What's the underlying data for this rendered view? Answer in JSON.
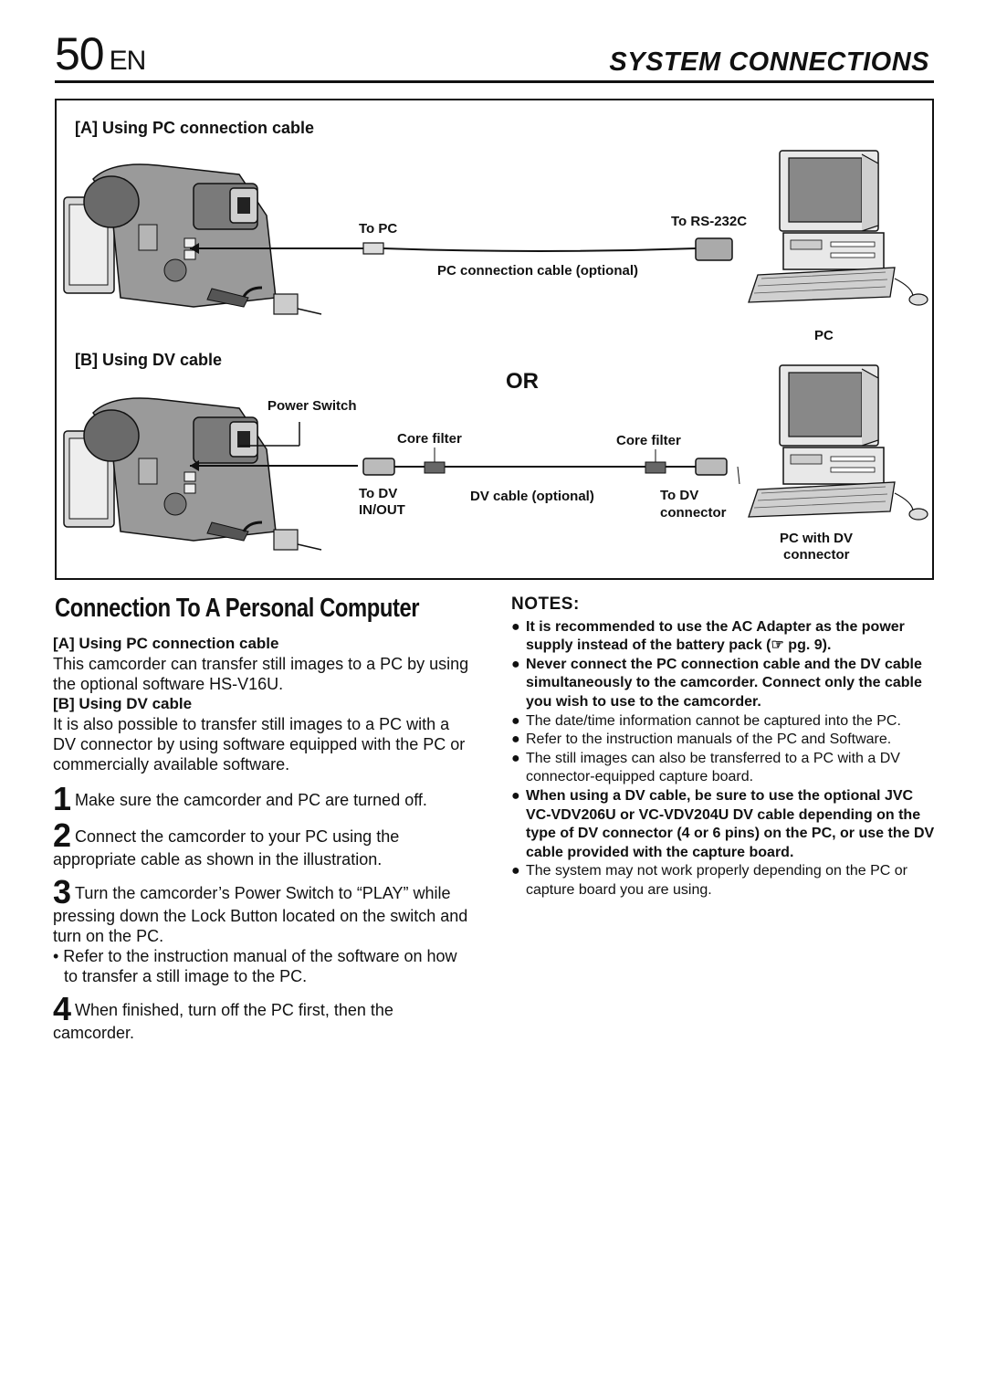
{
  "header": {
    "page_number": "50",
    "lang": "EN",
    "section": "SYSTEM CONNECTIONS"
  },
  "figure": {
    "a_title": "[A] Using PC connection cable",
    "to_pc": "To PC",
    "to_rs232c": "To RS-232C",
    "pc_cable": "PC connection cable (optional)",
    "pc": "PC",
    "or": "OR",
    "b_title": "[B] Using DV cable",
    "power_switch": "Power Switch",
    "core_filter_left": "Core filter",
    "core_filter_right": "Core filter",
    "to_dv_inout_1": "To DV",
    "to_dv_inout_2": "IN/OUT",
    "dv_cable": "DV cable (optional)",
    "to_dv_conn_1": "To DV",
    "to_dv_conn_2": "connector",
    "pc_with_dv_1": "PC with DV",
    "pc_with_dv_2": "connector"
  },
  "section_title": "Connection To A Personal Computer",
  "body": {
    "a_heading": "[A] Using PC connection cable",
    "a_text": "This camcorder can transfer still images to a PC by using the optional software HS-V16U.",
    "b_heading": "[B] Using DV cable",
    "b_text": "It is also possible to transfer still images to a PC with a DV connector by using software equipped with the PC or commercially available software.",
    "steps": [
      {
        "num": "1",
        "text": "Make sure the camcorder and PC are turned off."
      },
      {
        "num": "2",
        "text": "Connect the camcorder to your PC using the appropriate cable as shown in the illustration."
      },
      {
        "num": "3",
        "text": "Turn the camcorder’s Power Switch to “PLAY” while pressing down the Lock Button located on the switch and turn on the PC."
      },
      {
        "num": "4",
        "text": "When finished, turn off the PC first, then the camcorder."
      }
    ],
    "step3_bullet": "• Refer to the instruction manual of the software on how to transfer a still image to the PC."
  },
  "notes": {
    "title": "NOTES:",
    "items": [
      {
        "text": "It is recommended to use the AC Adapter as the power supply instead of the battery pack (☞ pg. 9).",
        "bold": true
      },
      {
        "text": "Never connect the PC connection cable and the DV cable simultaneously to the camcorder. Connect only the cable you wish to use to the camcorder.",
        "bold": true
      },
      {
        "text": "The date/time information cannot be captured into the PC.",
        "bold": false
      },
      {
        "text": "Refer to the instruction manuals of the PC and Software.",
        "bold": false
      },
      {
        "text": "The still images can also be transferred to a PC with a DV connector-equipped capture board.",
        "bold": false
      },
      {
        "text": "When using a DV cable, be sure to use the optional JVC VC-VDV206U or VC-VDV204U DV cable depending on the type of DV connector (4 or 6 pins) on the PC, or use the DV cable provided with the capture board.",
        "bold": true
      },
      {
        "text": "The system may not work properly depending on the PC or capture board you are using.",
        "bold": false
      }
    ]
  }
}
